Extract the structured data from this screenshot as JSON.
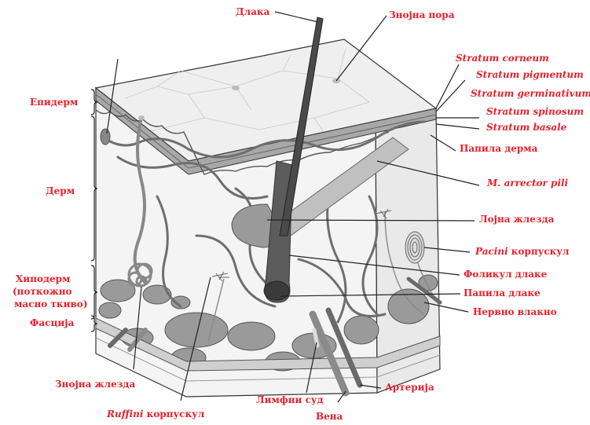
{
  "colors": {
    "label_red": "#e8202a",
    "skin_top": "#eeeeee",
    "dermis_fill": "#f2f2f2",
    "fat_gray": "#9a9a9a",
    "vessel_gray": "#6e6e6e",
    "hair_dark": "#4a4a4a",
    "outline": "#333333"
  },
  "labels": {
    "dlaka": "Длака",
    "znojna_pora": "Знојна пора",
    "stratum_corneum": "Stratum corneum",
    "stratum_pigmentum": "Stratum pigmentum",
    "stratum_germinativum": "Stratum germinativum:",
    "stratum_spinosum": "Stratum spinosum",
    "stratum_basale": "Stratum basale",
    "papila_derma": "Папила дерма",
    "m_arrector_pili": "M. arrector pili",
    "lojna_zlezda": "Лојна жлезда",
    "pacini_italic": "Pacini",
    "pacini_rest": " корпускул",
    "folikul_dlake": "Фоликул длаке",
    "papila_dlake": "Папила длаке",
    "nervno_vlakno": "Нервно влакно",
    "arterija": "Артерија",
    "vena": "Вена",
    "limfni_sud": "Лимфни суд",
    "ruffini_italic": "Ruffini",
    "ruffini_rest": " корпускул",
    "znojna_zlezda": "Знојна жлезда",
    "epiderm": "Епидерм",
    "derm": "Дерм",
    "hipoderm_1": "Хиподерм",
    "hipoderm_2": "(поткожно",
    "hipoderm_3": "масно ткиво)",
    "fascija": "Фасција"
  }
}
